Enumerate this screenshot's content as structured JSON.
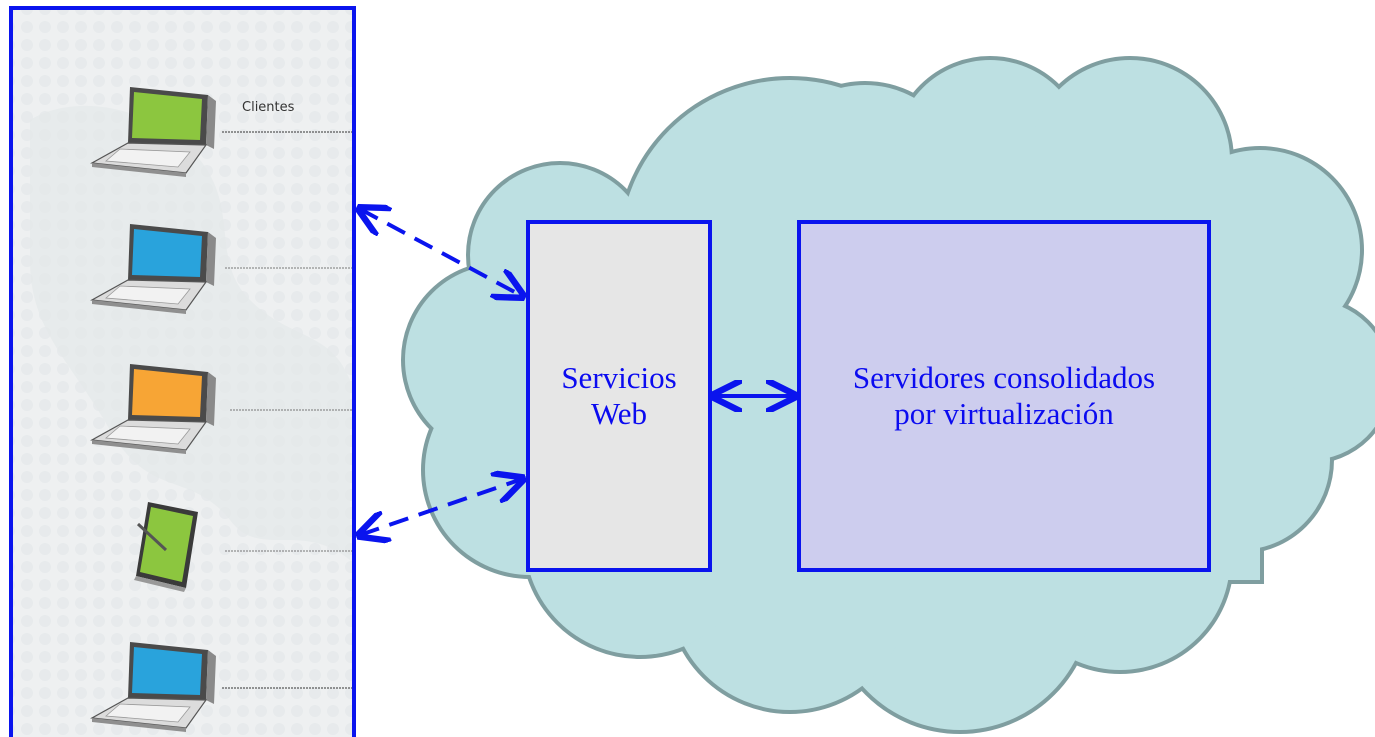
{
  "colors": {
    "cloud_fill": "#bde0e2",
    "cloud_stroke": "#7f9ea0",
    "box_border": "#0a14ee",
    "arrow": "#0a14ee",
    "text": "#0b0bf0",
    "web_box_fill": "#e6e6e6",
    "server_box_fill": "#cdcdee",
    "panel_bg": "#eef0f1"
  },
  "clients_panel": {
    "label": "Clientes",
    "devices": [
      {
        "name": "laptop",
        "screen_color": "#8cc63f"
      },
      {
        "name": "laptop",
        "screen_color": "#29a3dc"
      },
      {
        "name": "laptop",
        "screen_color": "#f7a535"
      },
      {
        "name": "tablet",
        "screen_color": "#8cc63f"
      },
      {
        "name": "laptop",
        "screen_color": "#29a3dc"
      }
    ]
  },
  "web_services": {
    "line1": "Servicios",
    "line2": "Web"
  },
  "servers": {
    "line1": "Servidores consolidados",
    "line2": "por virtualización"
  },
  "connections": [
    {
      "from": "clients_panel",
      "to": "web_services",
      "style": "dashed",
      "direction": "both"
    },
    {
      "from": "clients_panel",
      "to": "web_services",
      "style": "dashed",
      "direction": "both"
    },
    {
      "from": "web_services",
      "to": "servers",
      "style": "solid",
      "direction": "both"
    }
  ]
}
